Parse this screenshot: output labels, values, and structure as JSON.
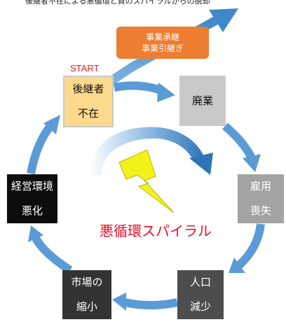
{
  "top_text": "後継者不在による悪循環と負のスパイラルからの脱却",
  "start_label": "START",
  "succession": {
    "line1": "事業承継",
    "line2": "事業引継ぎ"
  },
  "nodes": {
    "start": {
      "line1": "後継者",
      "line2": "不在"
    },
    "haigyo": {
      "line1": "廃業"
    },
    "koyo": {
      "line1": "雇用",
      "line2": "喪失"
    },
    "jinko": {
      "line1": "人口",
      "line2": "減少"
    },
    "shijo": {
      "line1": "市場の",
      "line2": "縮小"
    },
    "keiei": {
      "line1": "経営環境",
      "line2": "悪化"
    }
  },
  "spiral_label": "悪循環スパイラル",
  "colors": {
    "arrow": "#5b9bd5",
    "arrow_dark": "#2e75b6",
    "lightning": "#f2f21a",
    "succession": "#ed7d31",
    "accent_red": "#e8102a"
  },
  "icons": [
    "cycle-arrow",
    "exit-arrow",
    "curved-arrow",
    "lightning-icon"
  ]
}
